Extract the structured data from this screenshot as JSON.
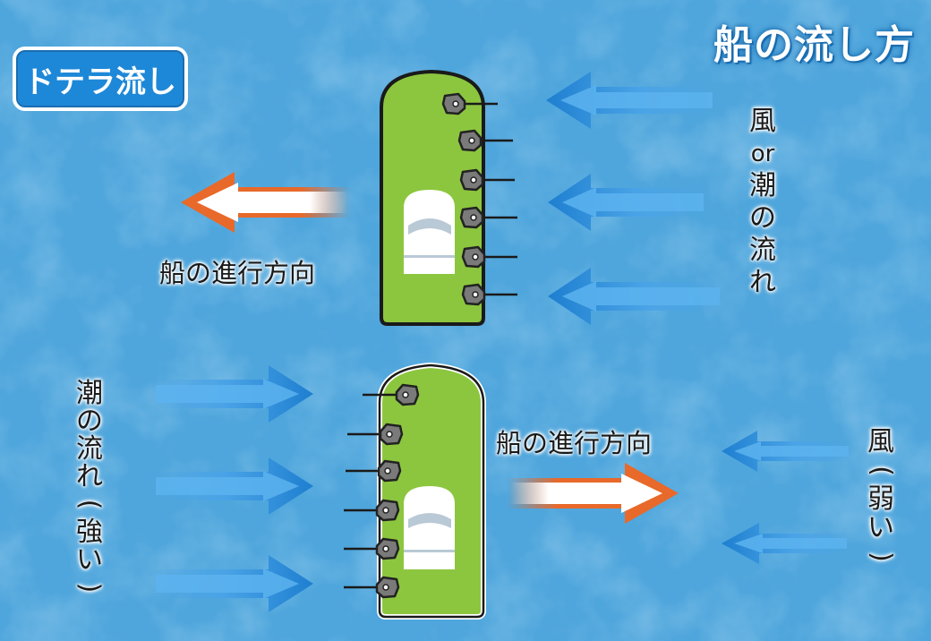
{
  "title": "船の流し方",
  "badge": "ドテラ流し",
  "top": {
    "heading_label": "船の進行方向",
    "side_label": [
      "風",
      "or",
      "潮",
      "の",
      "流",
      "れ"
    ]
  },
  "bottom": {
    "heading_label": "船の進行方向",
    "left_label": [
      "潮",
      "の",
      "流",
      "れ",
      "(",
      "強",
      "い",
      ")"
    ],
    "right_label": [
      "風",
      "(",
      "弱",
      "い",
      ")"
    ]
  },
  "colors": {
    "sea": "#4fa6dc",
    "boat_hull": "#8cc63f",
    "boat_outline": "#ffffff",
    "flow_arrow": "#1e7fd0",
    "heading_arrow": "#e8692a",
    "badge": "#1e88d8"
  }
}
